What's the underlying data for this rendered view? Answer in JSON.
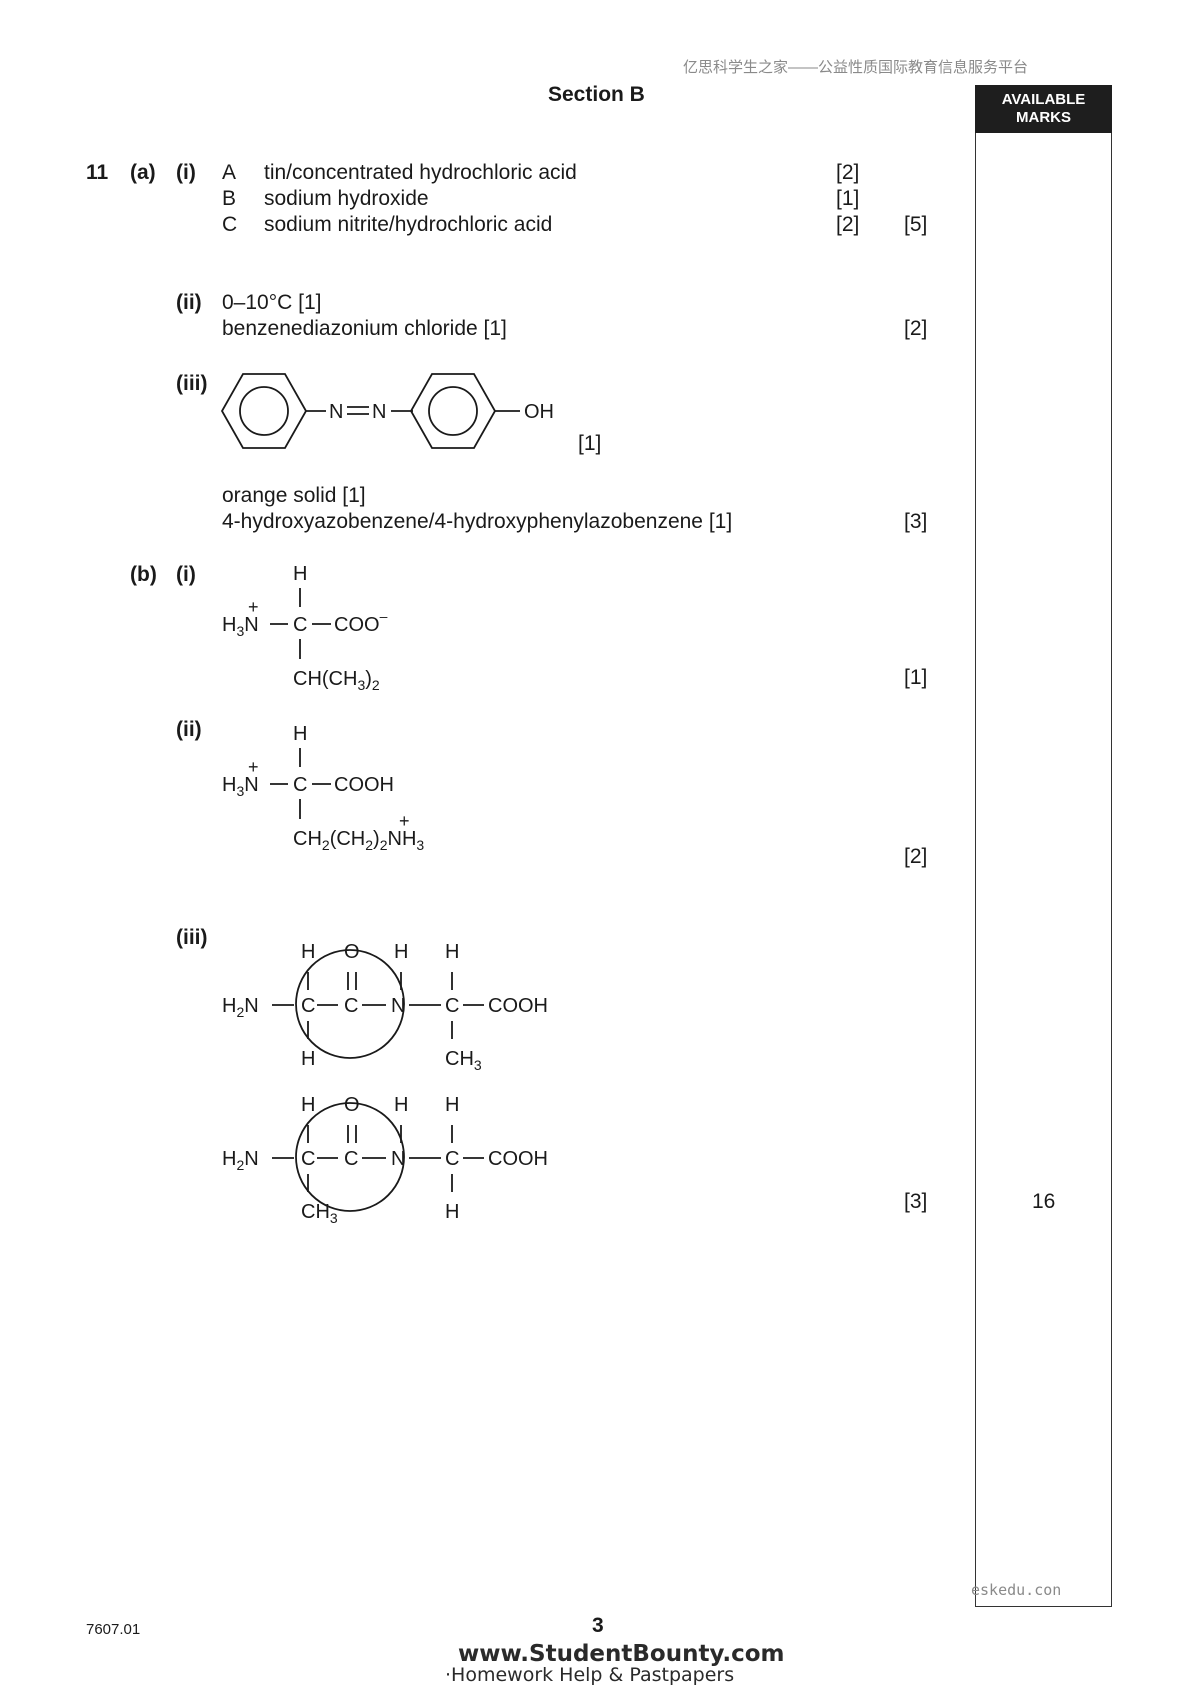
{
  "header": {
    "watermark": "亿思科学生之家——公益性质国际教育信息服务平台",
    "section_title": "Section B"
  },
  "marks_column": {
    "title_line1": "AVAILABLE",
    "title_line2": "MARKS",
    "total": "16"
  },
  "q11": {
    "number": "11",
    "a": {
      "label": "(a)",
      "i": {
        "label": "(i)",
        "rows": [
          {
            "letter": "A",
            "text": "tin/concentrated hydrochloric acid",
            "mark": "[2]"
          },
          {
            "letter": "B",
            "text": "sodium hydroxide",
            "mark": "[1]"
          },
          {
            "letter": "C",
            "text": "sodium nitrite/hydrochloric acid",
            "mark": "[2]"
          }
        ],
        "total": "[5]"
      },
      "ii": {
        "label": "(ii)",
        "line1": "0–10°C [1]",
        "line2": "benzenediazonium chloride [1]",
        "total": "[2]"
      },
      "iii": {
        "label": "(iii)",
        "structure": {
          "azo": "N",
          "oh": "OH"
        },
        "structure_mark": "[1]",
        "line1": "orange solid [1]",
        "line2": "4-hydroxyazobenzene/4-hydroxyphenylazobenzene [1]",
        "total": "[3]"
      }
    },
    "b": {
      "label": "(b)",
      "i": {
        "label": "(i)",
        "top": "H",
        "left": "H",
        "left_sub": "3",
        "left_n": "N",
        "plus": "+",
        "center": "C",
        "right": "COO",
        "right_sup": "–",
        "bottom": "CH(CH",
        "bottom_sub": "3",
        "bottom_close": ")",
        "bottom_sub2": "2",
        "total": "[1]"
      },
      "ii": {
        "label": "(ii)",
        "top": "H",
        "left": "H",
        "left_sub": "3",
        "left_n": "N",
        "plus": "+",
        "center": "C",
        "right": "COOH",
        "bottom_a": "CH",
        "bottom_sub1": "2",
        "bottom_b": "(CH",
        "bottom_sub2": "2",
        "bottom_c": ")",
        "bottom_sub3": "2",
        "bottom_d": "NH",
        "bottom_sub4": "3",
        "bottom_plus": "+",
        "total": "[2]"
      },
      "iii": {
        "label": "(iii)",
        "dipeptide1": {
          "h2n": "H",
          "h2n_sub": "2",
          "h2n_n": "N",
          "c1": "C",
          "c2": "C",
          "n": "N",
          "c3": "C",
          "cooh": "COOH",
          "c1_top": "H",
          "c1_bottom": "H",
          "o": "O",
          "n_h": "H",
          "c3_top": "H",
          "c3_bottom": "CH",
          "c3_bottom_sub": "3"
        },
        "dipeptide2": {
          "h2n": "H",
          "h2n_sub": "2",
          "h2n_n": "N",
          "c1": "C",
          "c2": "C",
          "n": "N",
          "c3": "C",
          "cooh": "COOH",
          "c1_top": "H",
          "c1_bottom": "CH",
          "c1_bottom_sub": "3",
          "o": "O",
          "n_h": "H",
          "c3_top": "H",
          "c3_bottom": "H"
        },
        "total": "[3]"
      }
    }
  },
  "footer": {
    "code": "7607.01",
    "page": "3",
    "site_watermark": "eskedu.con",
    "brand_line1": "www.StudentBounty.com",
    "brand_line2": "·Homework Help & Pastpapers"
  }
}
